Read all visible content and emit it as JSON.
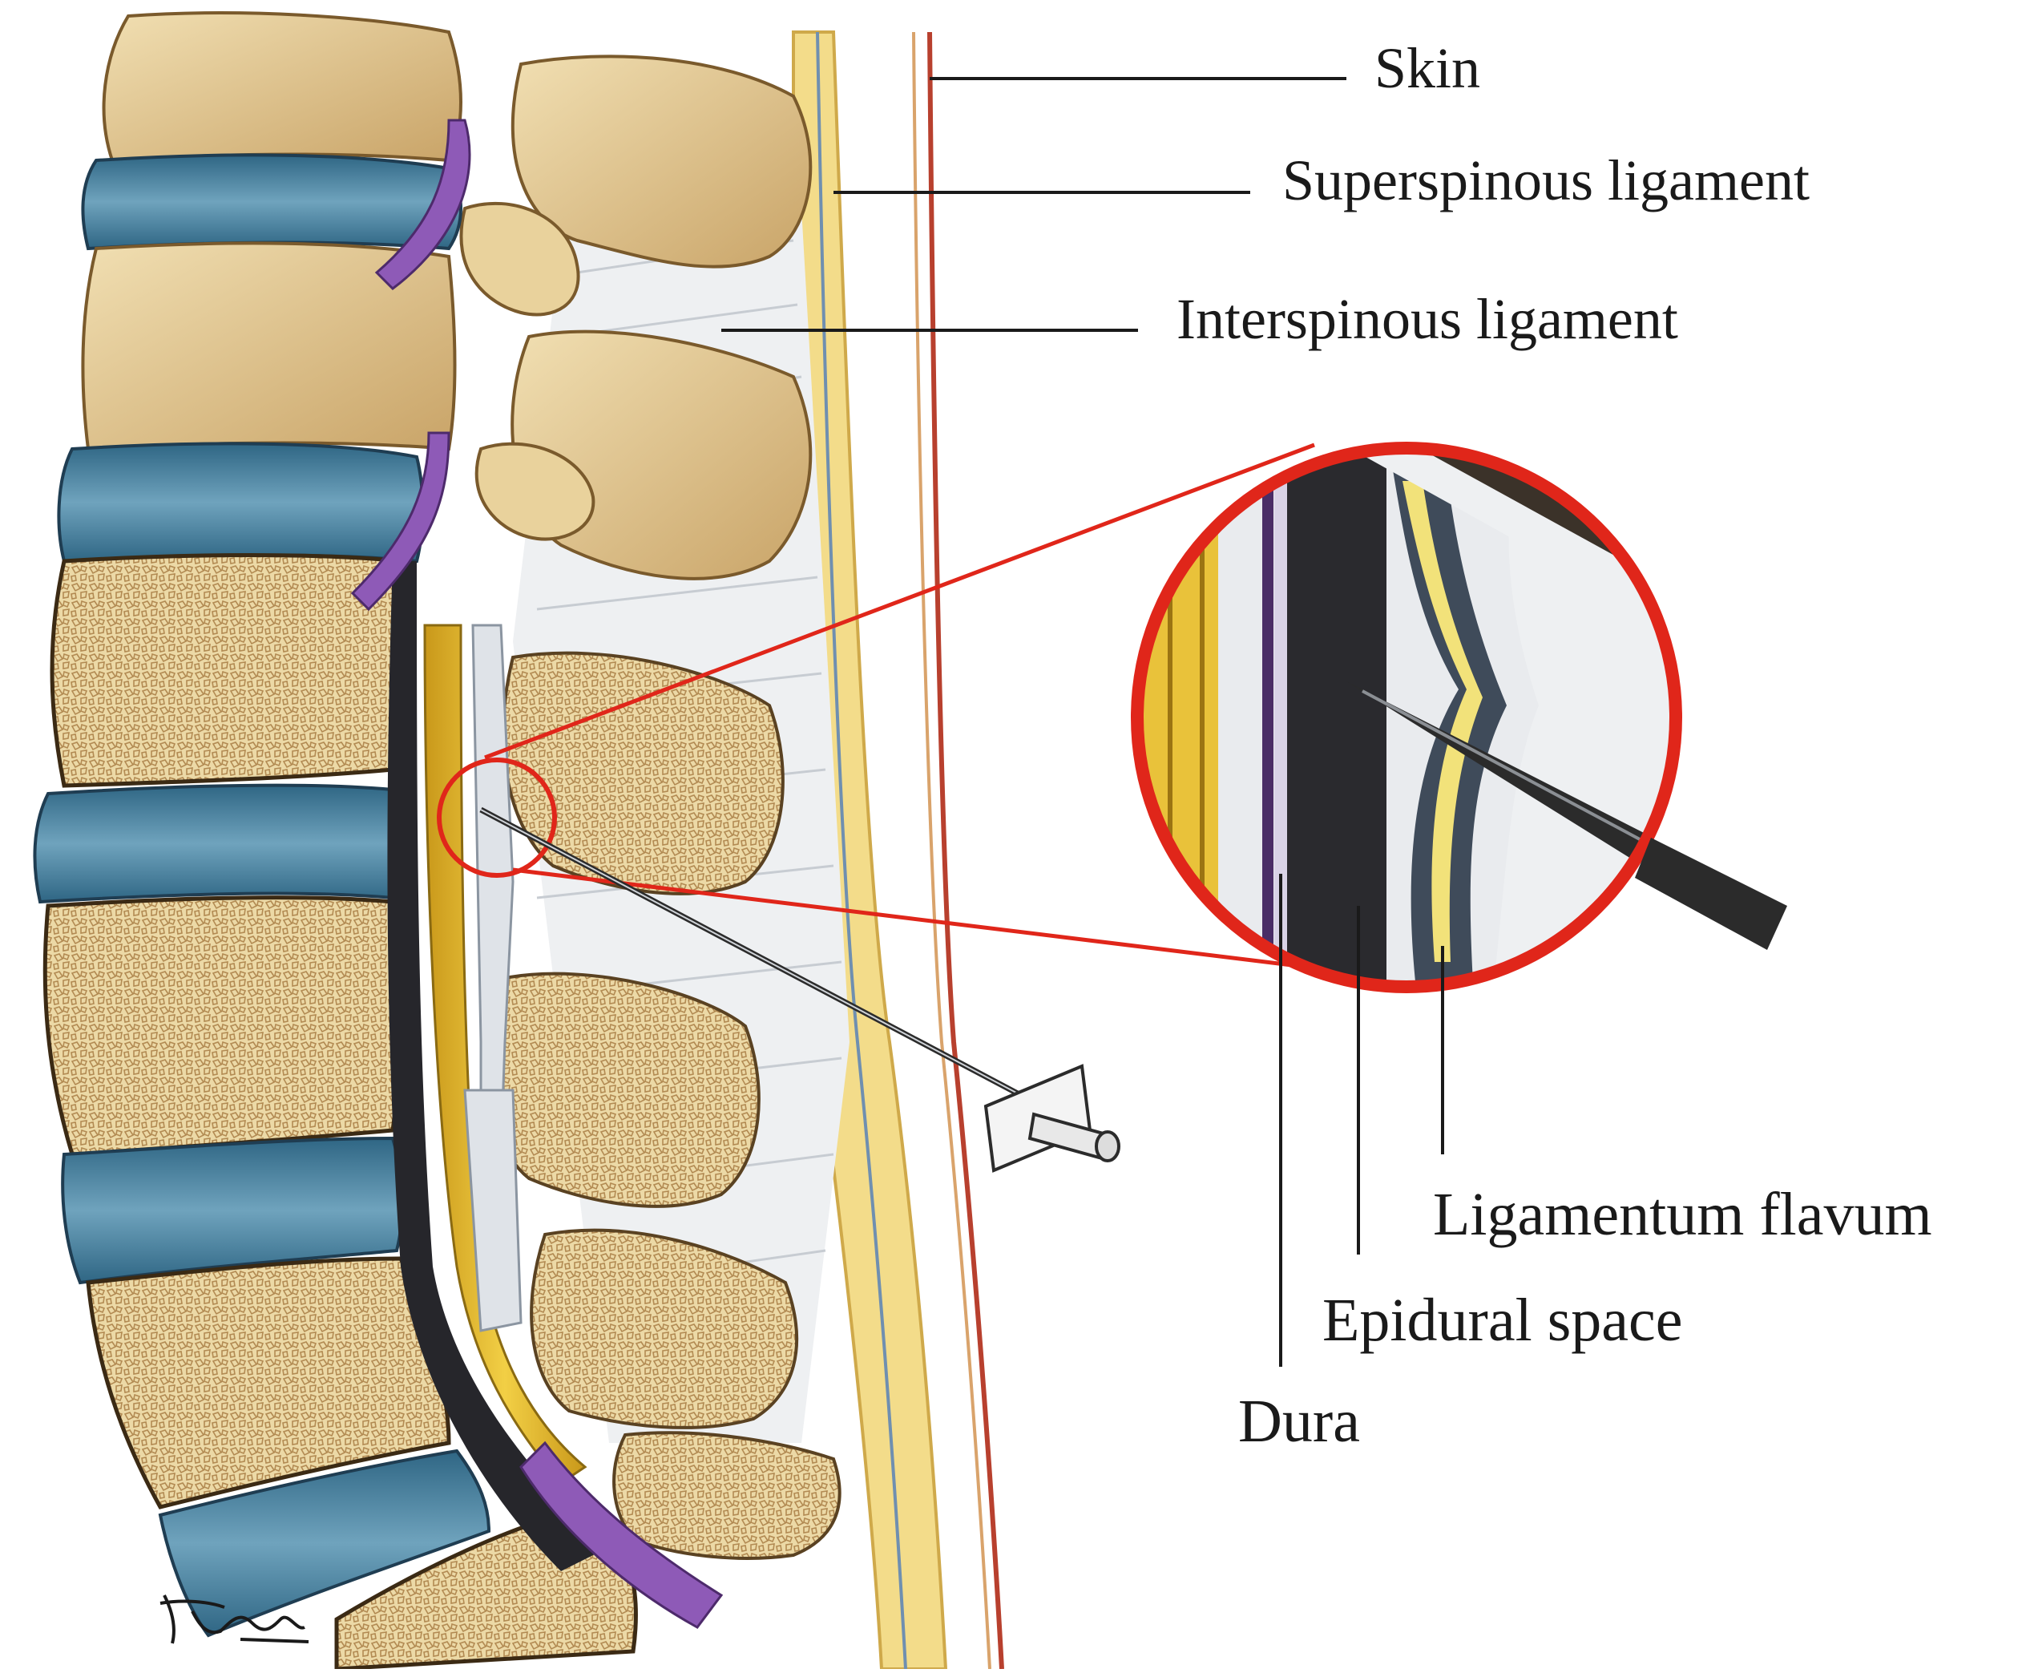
{
  "labels": {
    "skin": "Skin",
    "superspinous_ligament": "Superspinous ligament",
    "interspinous_ligament": "Interspinous ligament",
    "ligamentum_flavum": "Ligamentum flavum",
    "epidural_space": "Epidural space",
    "dura": "Dura"
  },
  "colors": {
    "disc": "#3f7a96",
    "vertebral_body": "#e6cf97",
    "cancellous_bone": "#b9925a",
    "bone_outline": "#2a2a2a",
    "nerve_root": "#8e5ab7",
    "cauda_equina": "#e9c23a",
    "highlight_circle": "#e0261a",
    "needle": "#2b2b2b",
    "ligament": "#e9ecef",
    "skin": "#b8402e"
  },
  "icons": {
    "signature": "artist-signature"
  }
}
